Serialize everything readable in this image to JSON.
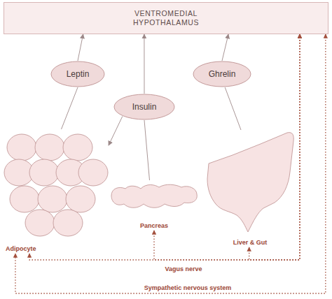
{
  "diagram": {
    "nodes": [
      {
        "text": [
          "VENTROMEDIAL HYPOTHALAMUS"
        ]
      },
      {
        "text": [
          "Leptin"
        ]
      },
      {
        "text": [
          "Ghrelin"
        ]
      },
      {
        "text": [
          "Insulin"
        ]
      },
      {
        "text": [
          "Adipocyte"
        ]
      },
      {
        "text": [
          "Pancreas"
        ]
      },
      {
        "text": [
          "Liver & Gut"
        ]
      }
    ],
    "edges": [
      {
        "from": 4,
        "to": 1,
        "arrow": "none"
      },
      {
        "from": 1,
        "to": 0,
        "arrow": "to"
      },
      {
        "from": 5,
        "to": 3,
        "arrow": "none"
      },
      {
        "from": 3,
        "to": 0,
        "arrow": "to"
      },
      {
        "from": 3,
        "to": 4,
        "arrow": "to"
      },
      {
        "from": 6,
        "to": 2,
        "arrow": "none"
      },
      {
        "from": 2,
        "to": 0,
        "arrow": "to"
      },
      {
        "from": 0,
        "to": 5,
        "label": "Vagus nerve",
        "arrow": "both"
      },
      {
        "from": 0,
        "to": 6,
        "arrow": "both"
      },
      {
        "from": 0,
        "to": 4,
        "arrow": "both"
      },
      {
        "from": 0,
        "to": 4,
        "label": "Sympathetic nervous system",
        "arrow": "both"
      }
    ]
  }
}
